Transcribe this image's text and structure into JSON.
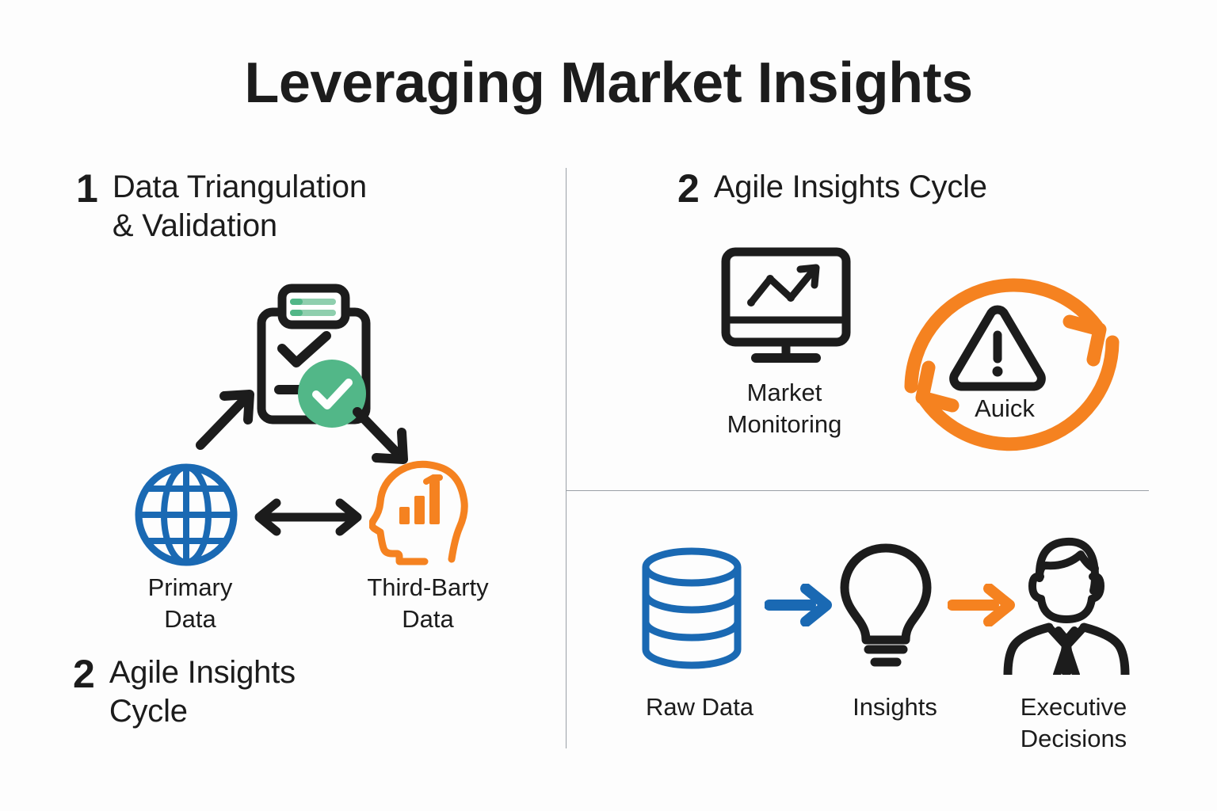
{
  "page": {
    "title": "Leveraging Market Insights",
    "background_color": "#fdfdfd",
    "divider_color": "#9aa0a6"
  },
  "palette": {
    "ink": "#1c1c1c",
    "blue": "#1a69b3",
    "orange": "#f58220",
    "green": "#52b788",
    "white": "#ffffff"
  },
  "sections": [
    {
      "number": "1",
      "heading": "Data Triangulation & Validation",
      "nodes": [
        {
          "label": "Primary Data",
          "icon": "globe-icon",
          "color": "#1a69b3"
        },
        {
          "label": "Third-Barty Data",
          "icon": "head-bar-chart-icon",
          "color": "#f58220"
        }
      ],
      "center_icon": {
        "name": "clipboard-check-icon",
        "badge": "green-check-badge",
        "color": "#1c1c1c"
      },
      "connectors": [
        {
          "name": "arrow-globe-to-clipboard",
          "direction": "up-right"
        },
        {
          "name": "arrow-clipboard-to-head",
          "direction": "down-right"
        },
        {
          "name": "arrow-globe-head-bidirectional",
          "direction": "both"
        }
      ]
    },
    {
      "number": "2",
      "heading": "Agile Insights Cycle",
      "nodes": [
        {
          "label": "Market\nMonitoring",
          "icon": "monitor-trend-icon",
          "color": "#1c1c1c"
        },
        {
          "label": "Auick",
          "icon": "warning-triangle-icon",
          "color": "#1c1c1c"
        }
      ],
      "cycle": {
        "name": "circular-refresh-arrows",
        "color": "#f58220"
      }
    },
    {
      "number": "2",
      "heading": "Agile Insights Cycle",
      "flow": [
        {
          "label": "Raw Data",
          "icon": "database-icon",
          "color": "#1a69b3"
        },
        {
          "label": "Insights",
          "icon": "lightbulb-icon",
          "color": "#1c1c1c"
        },
        {
          "label": "Executive Decisions",
          "icon": "businessman-icon",
          "color": "#1c1c1c"
        }
      ],
      "flow_arrows": [
        {
          "name": "arrow-rawdata-to-insights",
          "color": "#1a69b3"
        },
        {
          "name": "arrow-insights-to-executive",
          "color": "#f58220"
        }
      ]
    }
  ],
  "headings": {
    "one_number": "1",
    "one_line1": "Data Triangulation",
    "one_line2": "& Validation",
    "two_number": "2",
    "two_text": "Agile Insights Cycle",
    "three_number": "2",
    "three_line1": "Agile Insights",
    "three_line2": "Cycle"
  },
  "labels": {
    "primary_line1": "Primary",
    "primary_line2": "Data",
    "thirdparty_line1": "Third-Barty",
    "thirdparty_line2": "Data",
    "market_line1": "Market",
    "market_line2": "Monitoring",
    "quick": "Auick",
    "raw_data": "Raw Data",
    "insights": "Insights",
    "exec_line1": "Executive",
    "exec_line2": "Decisions"
  }
}
